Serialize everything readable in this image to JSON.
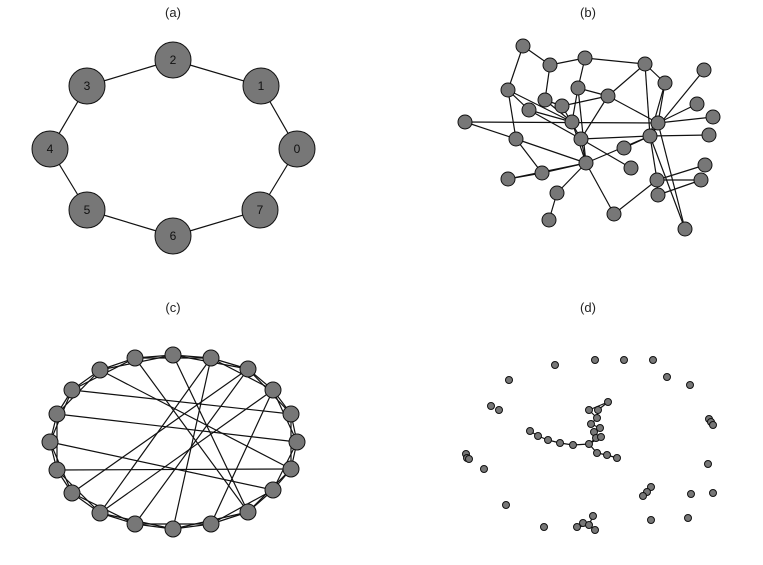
{
  "panels": [
    {
      "id": "a",
      "label": "(a)"
    },
    {
      "id": "b",
      "label": "(b)"
    },
    {
      "id": "c",
      "label": "(c)"
    },
    {
      "id": "d",
      "label": "(d)"
    }
  ],
  "panel_a": {
    "node_labels": [
      "0",
      "1",
      "2",
      "3",
      "4",
      "5",
      "6",
      "7"
    ]
  },
  "colors": {
    "node_fill": "#777777",
    "edge": "#111111"
  }
}
